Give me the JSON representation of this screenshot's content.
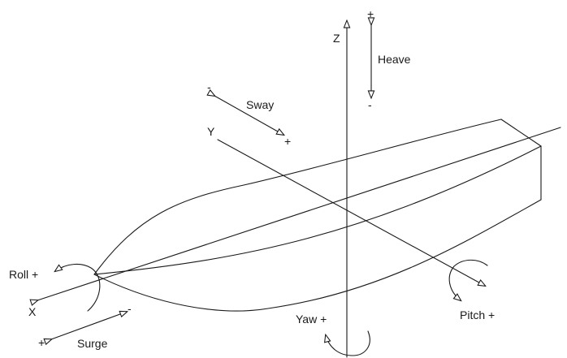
{
  "axes": {
    "x": "X",
    "y": "Y",
    "z": "Z"
  },
  "motions": {
    "heave": "Heave",
    "sway": "Sway",
    "surge": "Surge",
    "roll": "Roll +",
    "pitch": "Pitch +",
    "yaw": "Yaw +"
  },
  "signs": {
    "plus": "+",
    "minus": "-"
  }
}
